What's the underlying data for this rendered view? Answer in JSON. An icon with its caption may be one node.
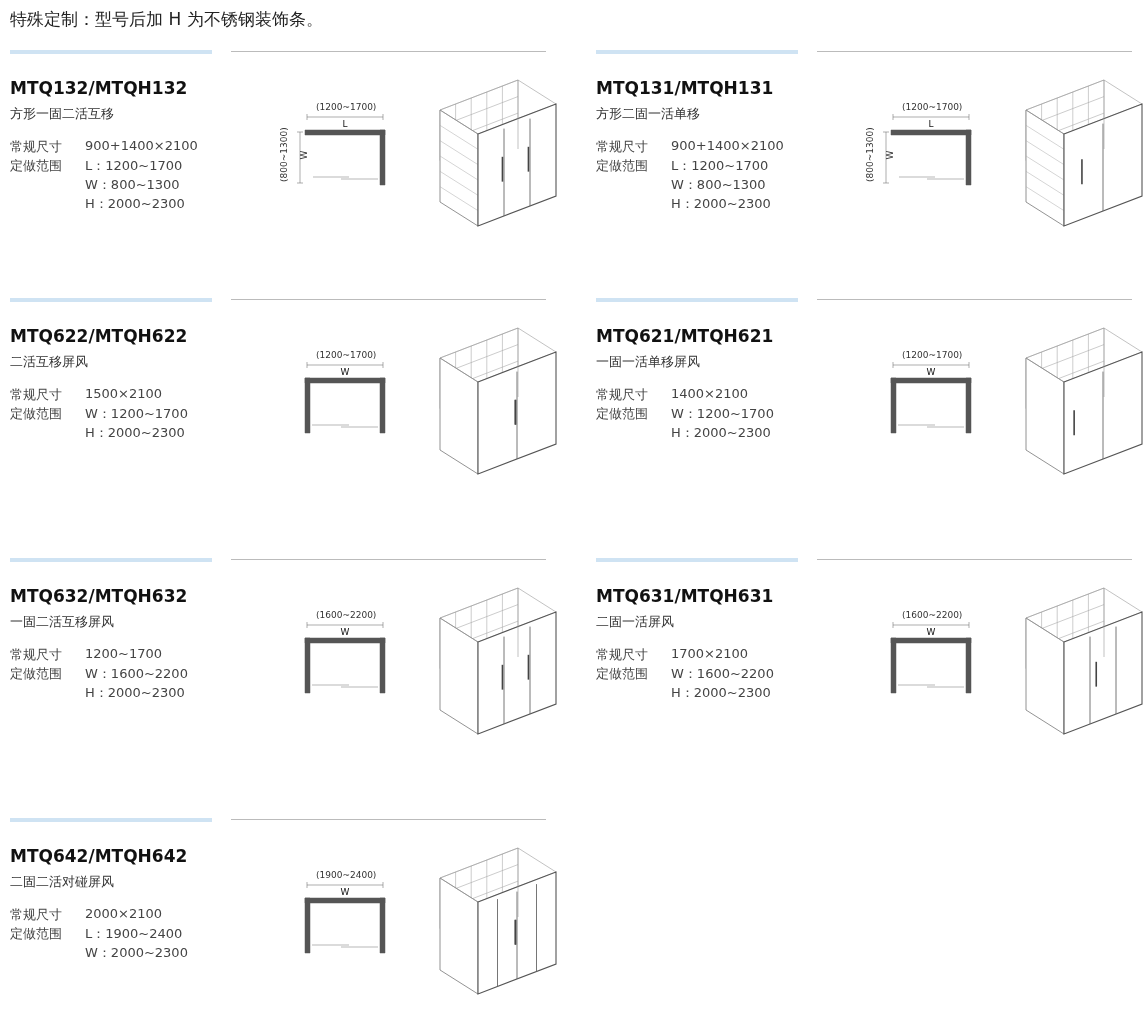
{
  "diagram": {
    "title": "特殊定制：型号后加 H 为不锈钢装饰条。",
    "labels": [
      "MTQ132/MTQH132",
      "方形一固二活互移",
      "常规尺寸",
      "900+1400×2100",
      "定做范围",
      "L：1200~1700",
      "W：800~1300",
      "H：2000~2300",
      "(1200~1700)",
      "L",
      "(800~1300)",
      "W",
      "MTQ131/MTQH131",
      "方形二固一活单移",
      "常规尺寸",
      "900+1400×2100",
      "定做范围",
      "L：1200~1700",
      "W：800~1300",
      "H：2000~2300",
      "(1200~1700)",
      "L",
      "(800~1300)",
      "W",
      "MTQ622/MTQH622",
      "二活互移屏风",
      "常规尺寸",
      "1500×2100",
      "定做范围",
      "W：1200~1700",
      "H：2000~2300",
      "(1200~1700)",
      "W",
      "MTQ621/MTQH621",
      "一固一活单移屏风",
      "常规尺寸",
      "1400×2100",
      "定做范围",
      "W：1200~1700",
      "H：2000~2300",
      "(1200~1700)",
      "W",
      "MTQ632/MTQH632",
      "一固二活互移屏风",
      "常规尺寸",
      "1200~1700",
      "定做范围",
      "W：1600~2200",
      "H：2000~2300",
      "(1600~2200)",
      "W",
      "MTQ631/MTQH631",
      "二固一活屏风",
      "常规尺寸",
      "1700×2100",
      "定做范围",
      "W：1600~2200",
      "H：2000~2300",
      "(1600~2200)",
      "W",
      "MTQ642/MTQH642",
      "二固二活对碰屏风",
      "常规尺寸",
      "2000×2100",
      "定做范围",
      "L：1900~2400",
      "W：2000~2300",
      "(1900~2400)",
      "W"
    ]
  }
}
